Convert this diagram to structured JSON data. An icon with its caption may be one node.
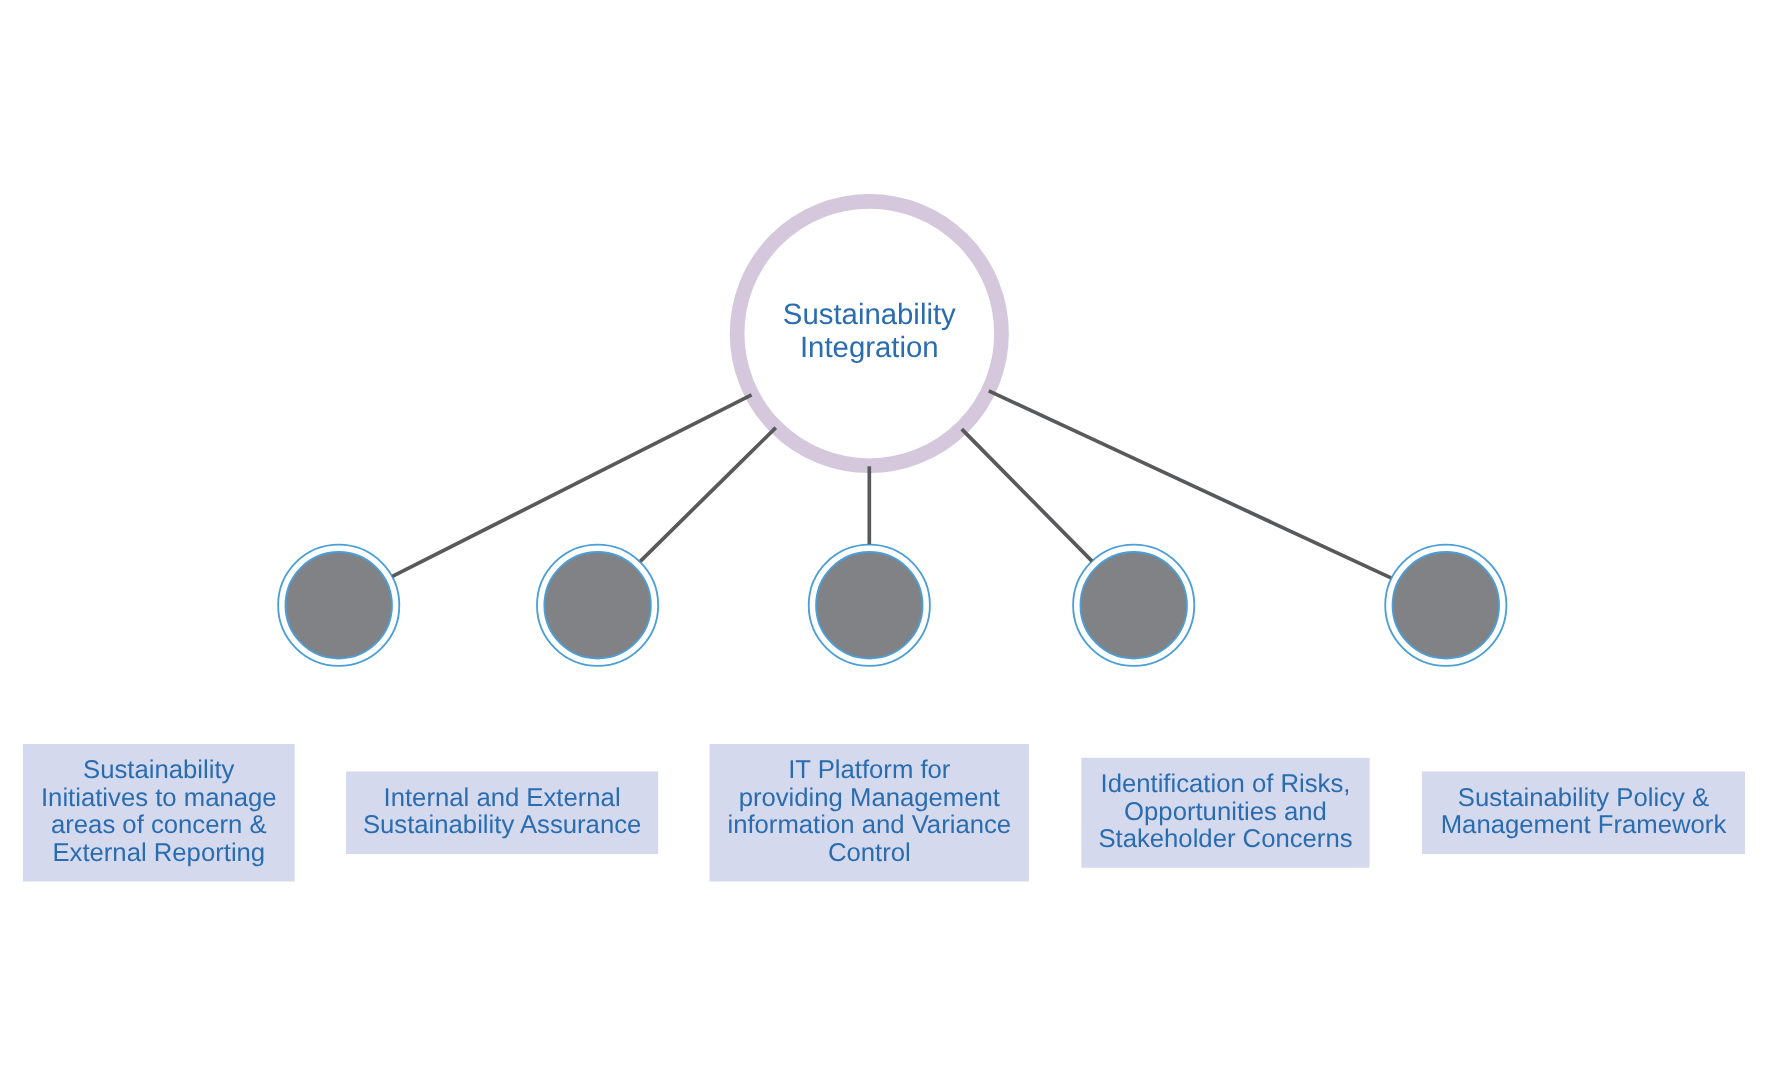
{
  "diagram": {
    "nodes": [
      {
        "text": [
          "Sustainability Integration"
        ]
      },
      {
        "text": [],
        "shape": "circle"
      },
      {
        "text": [],
        "shape": "circle"
      },
      {
        "text": [],
        "shape": "circle"
      },
      {
        "text": [],
        "shape": "circle"
      },
      {
        "text": [],
        "shape": "circle"
      },
      {
        "text": [
          "Identification of Risks, Opportunities and Stakeholder Concerns"
        ]
      },
      {
        "text": [
          "Sustainability Policy & Management Framework"
        ]
      },
      {
        "text": [
          "Sustainability Initiatives to manage areas of concern & External Reporting"
        ]
      },
      {
        "text": [
          "Internal and External Sustainability Assurance"
        ]
      },
      {
        "text": [
          "IT Platform for providing Management information and Variance Control"
        ]
      }
    ],
    "edges": [
      {
        "from": 0,
        "to": 1,
        "arrow": "none"
      },
      {
        "from": 0,
        "to": 2,
        "arrow": "none"
      },
      {
        "from": 0,
        "to": 3,
        "arrow": "none"
      },
      {
        "from": 0,
        "to": 4,
        "arrow": "none"
      },
      {
        "from": 0,
        "to": 5,
        "arrow": "none"
      }
    ]
  }
}
